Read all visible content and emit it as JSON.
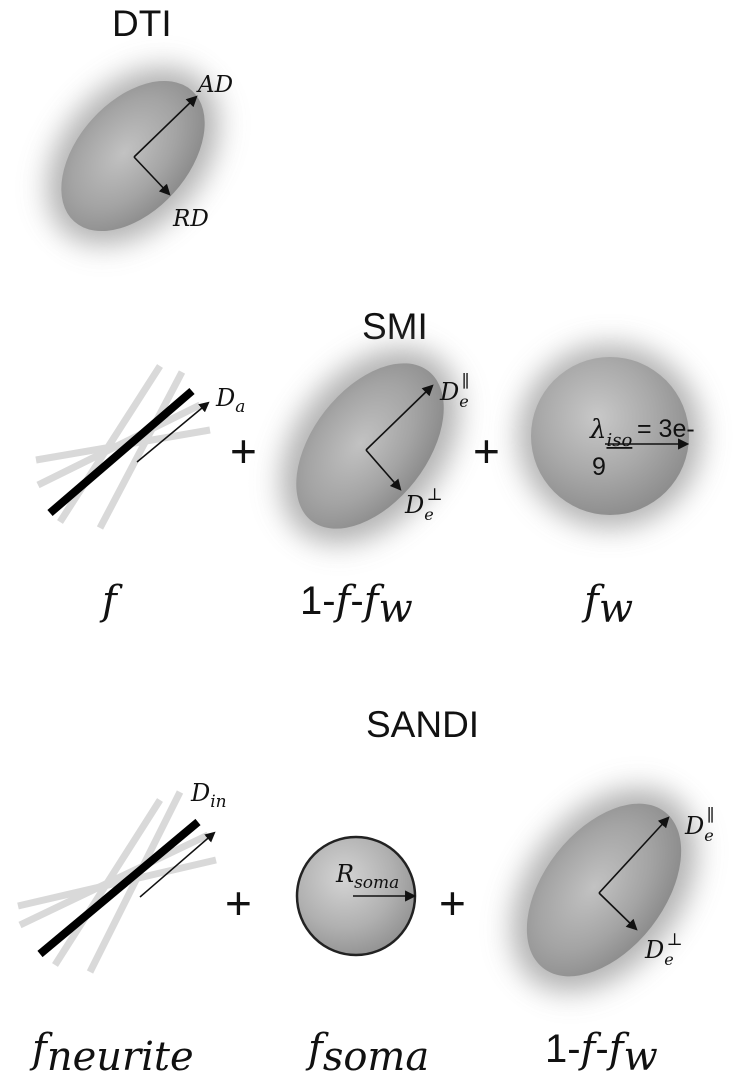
{
  "dti": {
    "title": "DTI",
    "axial_label": "AD",
    "radial_label": "RD"
  },
  "smi": {
    "title": "SMI",
    "stick_label_main": "D",
    "stick_label_sub": "a",
    "ellipsoid_par_main": "D",
    "ellipsoid_par_sub": "e",
    "ellipsoid_par_sup": "∥",
    "ellipsoid_perp_main": "D",
    "ellipsoid_perp_sub": "e",
    "ellipsoid_perp_sup": "⊥",
    "sphere_label_main": "λ",
    "sphere_label_sub": "iso",
    "sphere_value_1": " = 3e-",
    "sphere_value_2": "9",
    "plus_1": "+",
    "plus_2": "+",
    "fraction_stick": "f",
    "fraction_ellipsoid_prefix": "1-",
    "fraction_ellipsoid_f": "f",
    "fraction_ellipsoid_dash": "-",
    "fraction_ellipsoid_fw_main": "f",
    "fraction_ellipsoid_fw_sub": "w",
    "fraction_sphere_main": "f",
    "fraction_sphere_sub": "w"
  },
  "sandi": {
    "title": "SANDI",
    "stick_label_main": "D",
    "stick_label_sub": "in",
    "soma_label_main": "R",
    "soma_label_sub": "soma",
    "ellipsoid_par_main": "D",
    "ellipsoid_par_sub": "e",
    "ellipsoid_par_sup": "∥",
    "ellipsoid_perp_main": "D",
    "ellipsoid_perp_sub": "e",
    "ellipsoid_perp_sup": "⊥",
    "plus_1": "+",
    "plus_2": "+",
    "fraction_neurite_main": "f",
    "fraction_neurite_sub": "neurite",
    "fraction_soma_main": "f",
    "fraction_soma_sub": "soma",
    "fraction_ellipsoid_prefix": "1-",
    "fraction_ellipsoid_f": "f",
    "fraction_ellipsoid_dash": "-",
    "fraction_ellipsoid_fw_main": "f",
    "fraction_ellipsoid_fw_sub": "w"
  },
  "colors": {
    "shape_fill": "#a6a6a6",
    "halo": "#9a9a9a",
    "stick": "#000000",
    "stick_ghost": "#d9d9d9",
    "text": "#111111"
  }
}
